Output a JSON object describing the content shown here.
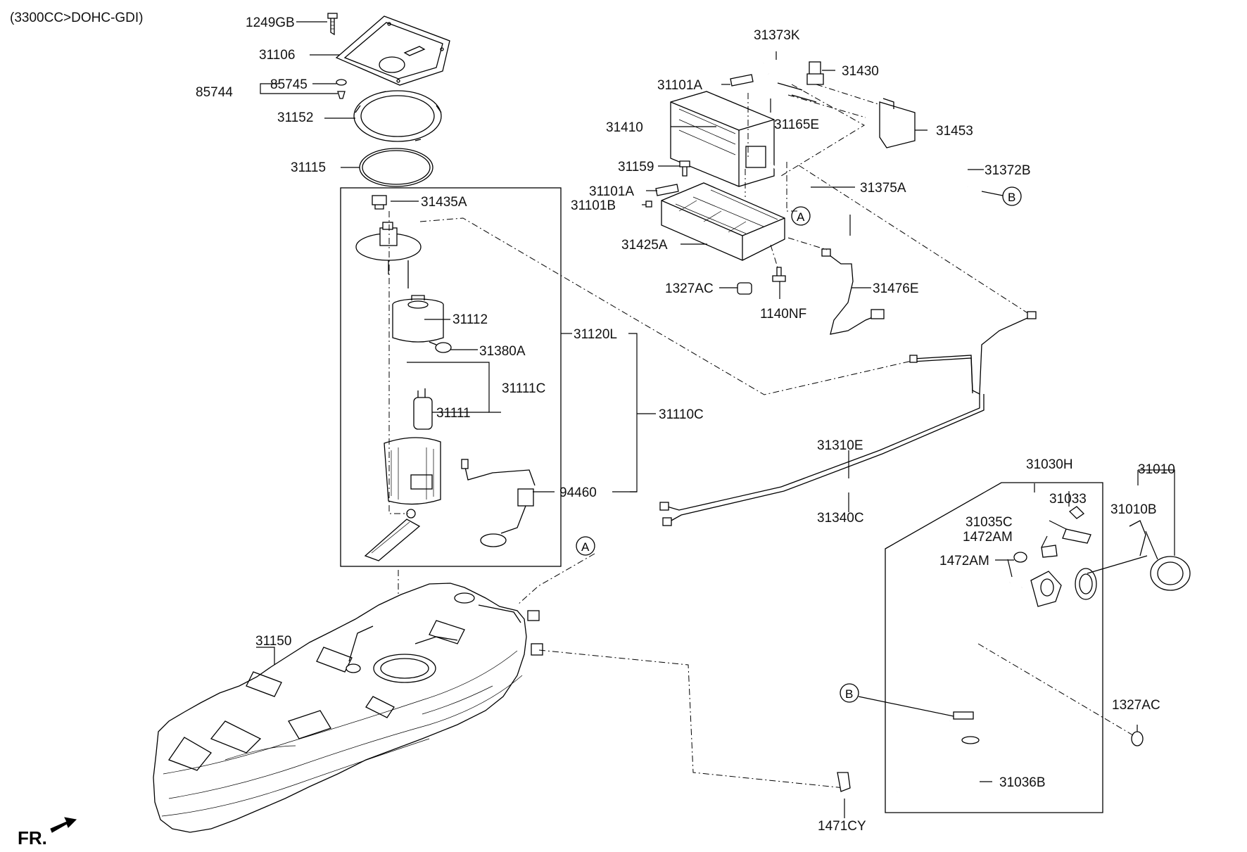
{
  "header": {
    "engine_spec": "(3300CC>DOHC-GDI)"
  },
  "orientation": {
    "front_label": "FR."
  },
  "callouts": {
    "ref_a": "A",
    "ref_b": "B"
  },
  "labels": {
    "p1249GB": "1249GB",
    "p31106": "31106",
    "p85745": "85745",
    "p85744": "85744",
    "p31152": "31152",
    "p31115": "31115",
    "p31435A": "31435A",
    "p31112": "31112",
    "p31380A": "31380A",
    "p31111C": "31111C",
    "p31111": "31111",
    "p31120L": "31120L",
    "p31110C": "31110C",
    "p94460": "94460",
    "p31150": "31150",
    "p31373K": "31373K",
    "p31430": "31430",
    "p31101A_top": "31101A",
    "p31410": "31410",
    "p31165E": "31165E",
    "p31453": "31453",
    "p31159": "31159",
    "p31372B": "31372B",
    "p31375A": "31375A",
    "p31101A_mid": "31101A",
    "p31101B": "31101B",
    "p31425A": "31425A",
    "p1327AC_top": "1327AC",
    "p31476E": "31476E",
    "p1140NF": "1140NF",
    "p31310E": "31310E",
    "p31340C": "31340C",
    "p31030H": "31030H",
    "p31010": "31010",
    "p31033": "31033",
    "p31010B": "31010B",
    "p31035C": "31035C",
    "p1472AM_a": "1472AM",
    "p1472AM_b": "1472AM",
    "p1327AC_bot": "1327AC",
    "p31036B": "31036B",
    "p1471CY": "1471CY"
  }
}
